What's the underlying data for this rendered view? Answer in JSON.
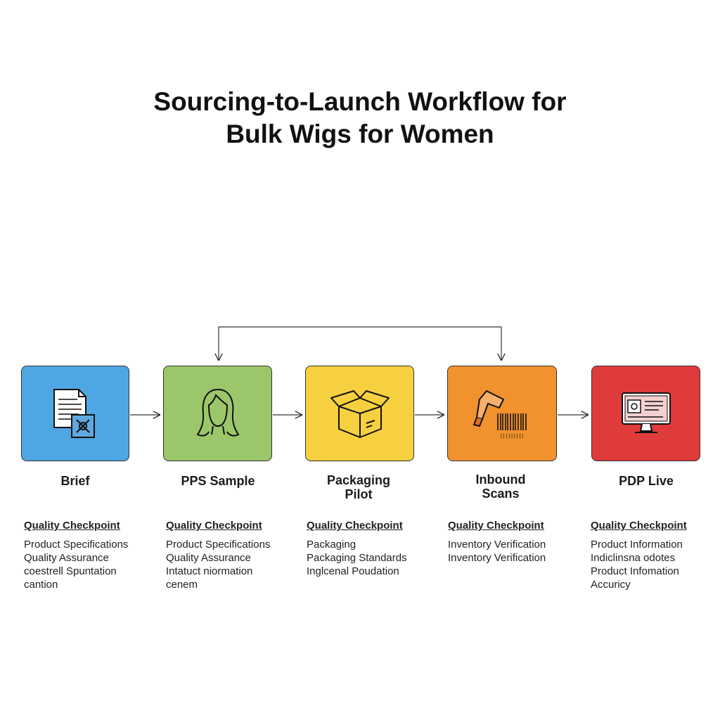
{
  "title": {
    "line1": "Sourcing-to-Launch Workflow for",
    "line2": "Bulk Wigs for Women"
  },
  "colors": {
    "brief": "#4ea6e2",
    "pps": "#9cc66a",
    "packaging": "#f6d03e",
    "inbound": "#f1922f",
    "pdp": "#e03b3b"
  },
  "steps": [
    {
      "label": "Brief",
      "icon": "document-icon",
      "qc_title": "Quality Checkpoint",
      "qc_items": [
        "Product Specifications",
        "Quality Assurance",
        "coestrell Spuntation",
        "cantion"
      ]
    },
    {
      "label": "PPS Sample",
      "icon": "woman-hair-icon",
      "qc_title": "Quality Checkpoint",
      "qc_items": [
        "Product Specifications",
        "Quality Assurance",
        "Intatuct niormation",
        "cenem"
      ]
    },
    {
      "label": "Packaging Pilot",
      "icon": "box-icon",
      "qc_title": "Quality Checkpoint",
      "qc_items": [
        "Packaging",
        "Packaging Standards",
        "Inglcenal Poudation"
      ]
    },
    {
      "label": "Inbound Scans",
      "icon": "barcode-scanner-icon",
      "qc_title": "Quality Checkpoint",
      "qc_items": [
        "Inventory Verification",
        "Inventory Verification"
      ]
    },
    {
      "label": "PDP Live",
      "icon": "monitor-icon",
      "qc_title": "Quality Checkpoint",
      "qc_items": [
        "Product Information",
        "Indiclinsna odotes",
        "Product Infomation",
        "Accuricy"
      ]
    }
  ]
}
